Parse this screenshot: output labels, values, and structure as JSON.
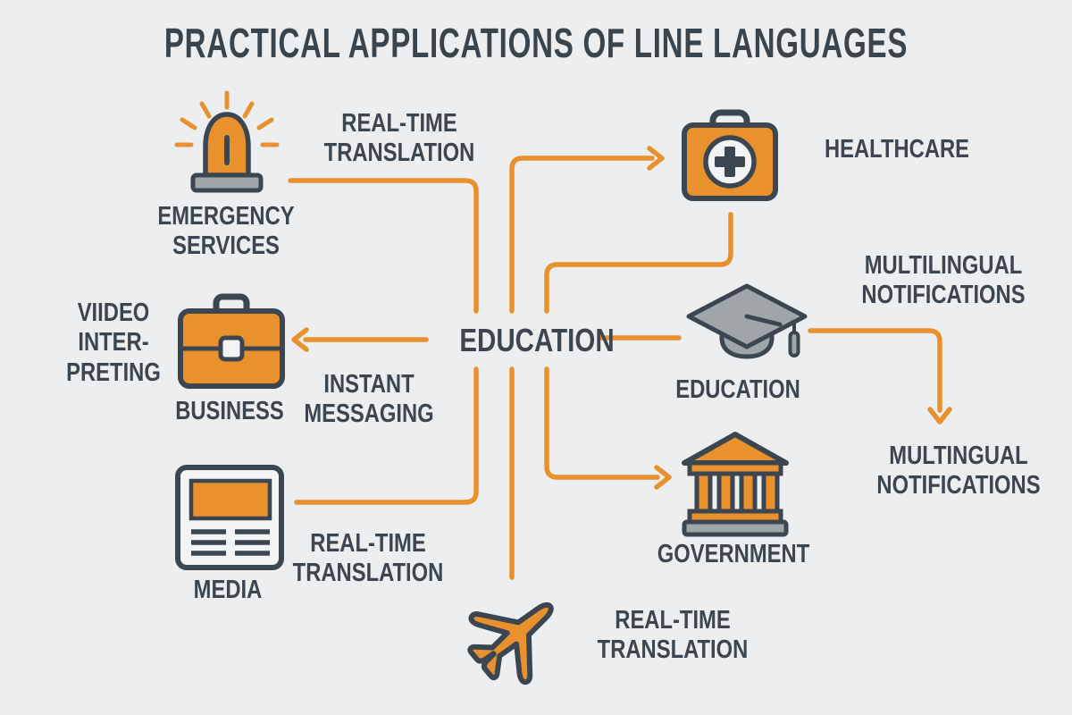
{
  "title": "PRACTICAL APPLICATIONS OF LINE LANGUAGES",
  "colors": {
    "accent": "#E8912D",
    "ink": "#3C4650",
    "gray": "#A0A5AA",
    "paper": "#F3F4F5",
    "background": "#ECEEF0"
  },
  "hub": {
    "label": "EDUCATION"
  },
  "nodes": {
    "emergency": {
      "label": "EMERGENCY\nSERVICES",
      "icon": "siren-icon"
    },
    "healthcare": {
      "label": "HEALTHCARE",
      "icon": "first-aid-kit-icon"
    },
    "business": {
      "label": "BUSINESS",
      "icon": "briefcase-icon"
    },
    "education": {
      "label": "EDUCATION",
      "icon": "graduation-cap-icon"
    },
    "government": {
      "label": "GOVERNMENT",
      "icon": "government-building-icon"
    },
    "media": {
      "label": "MEDIA",
      "icon": "newspaper-icon"
    },
    "travel": {
      "icon": "airplane-icon"
    }
  },
  "edge_labels": {
    "video_interpreting": "VIIDEO\nINTER-\nPRETING",
    "realtime_translation_top": "REAL-TIME\nTRANSLATION",
    "instant_messaging": "INSTANT\nMESSAGING",
    "realtime_translation_media": "REAL-TIME\nTRANSLATION",
    "realtime_translation_travel": "REAL-TIME\nTRANSLATION",
    "multilingual_notifications_top": "MULTILINGUAL\nNOTIFICATIONS",
    "multilingual_notifications_bottom": "MULTINGUAL\nNOTIFICATIONS"
  }
}
